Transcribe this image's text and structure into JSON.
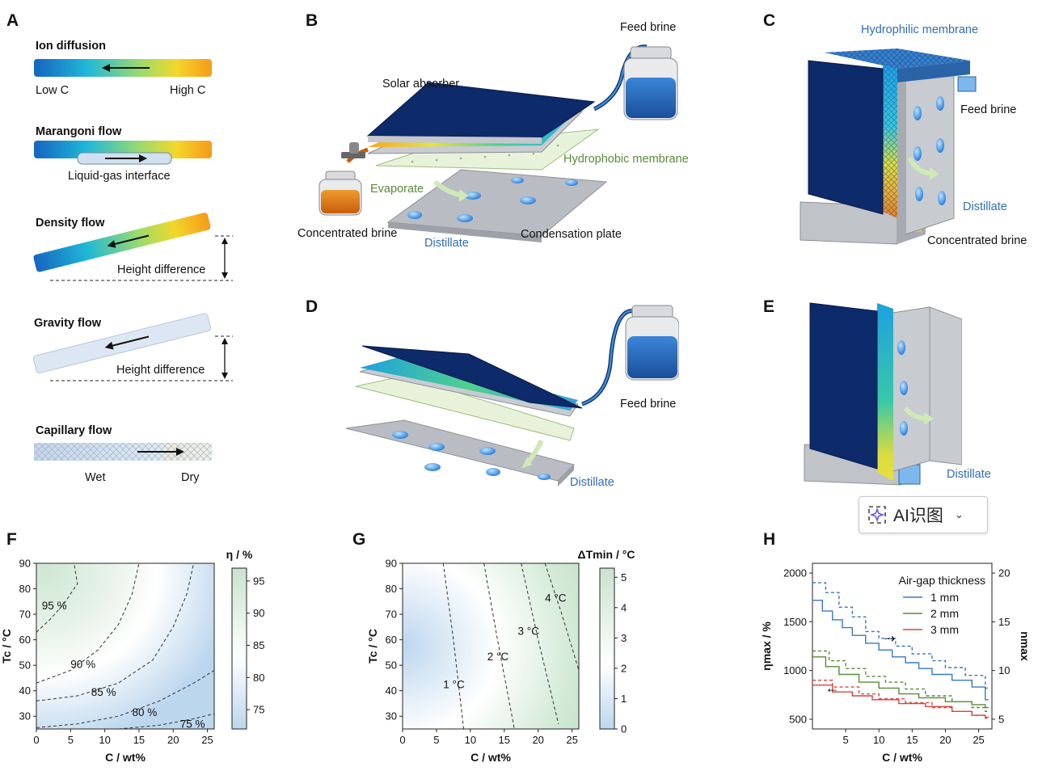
{
  "panels": {
    "A": "A",
    "B": "B",
    "C": "C",
    "D": "D",
    "E": "E",
    "F": "F",
    "G": "G",
    "H": "H"
  },
  "panelA": {
    "ion_title": "Ion diffusion",
    "low_c": "Low C",
    "high_c": "High C",
    "marangoni_title": "Marangoni flow",
    "interface": "Liquid-gas interface",
    "density_title": "Density flow",
    "height_diff_1": "Height difference",
    "gravity_title": "Gravity flow",
    "height_diff_2": "Height difference",
    "capillary_title": "Capillary flow",
    "wet": "Wet",
    "dry": "Dry"
  },
  "panelB": {
    "feed_brine": "Feed brine",
    "solar_absorber": "Solar absorber",
    "hydrophobic_membrane": "Hydrophobic membrane",
    "evaporate": "Evaporate",
    "concentrated_brine": "Concentrated brine",
    "distillate": "Distillate",
    "condensation_plate": "Condensation plate"
  },
  "panelC": {
    "hydrophilic_membrane": "Hydrophilic membrane",
    "feed_brine": "Feed brine",
    "distillate": "Distillate",
    "concentrated_brine": "Concentrated brine"
  },
  "panelD": {
    "feed_brine": "Feed brine",
    "distillate": "Distillate"
  },
  "panelE": {
    "distillate": "Distillate"
  },
  "ai_button": {
    "label": "AI识图",
    "icon": "sparkle-icon",
    "chevron": "chevron-down-icon"
  },
  "chart_data": [
    {
      "id": "F",
      "type": "heatmap",
      "xlabel": "C / wt%",
      "ylabel": "Tc / °C",
      "colorbar_label": "η / %",
      "xlim": [
        0,
        26
      ],
      "ylim": [
        25,
        90
      ],
      "xticks": [
        "0",
        "5",
        "10",
        "15",
        "20",
        "25"
      ],
      "yticks": [
        "30",
        "40",
        "50",
        "60",
        "70",
        "80",
        "90"
      ],
      "colorbar_ticks": [
        "75",
        "80",
        "85",
        "90",
        "95"
      ],
      "colorbar_range": [
        72,
        97
      ],
      "contours": [
        {
          "label": "95 %",
          "points": [
            [
              0,
              63
            ],
            [
              2,
              68
            ],
            [
              4,
              74
            ],
            [
              6,
              82
            ],
            [
              5.5,
              90
            ]
          ]
        },
        {
          "label": "90 %",
          "points": [
            [
              0,
              43
            ],
            [
              5,
              48
            ],
            [
              9,
              56
            ],
            [
              12,
              66
            ],
            [
              14,
              78
            ],
            [
              15,
              90
            ]
          ]
        },
        {
          "label": "85 %",
          "points": [
            [
              0,
              36
            ],
            [
              6,
              38
            ],
            [
              12,
              43
            ],
            [
              17,
              52
            ],
            [
              20,
              65
            ],
            [
              22,
              78
            ],
            [
              23,
              90
            ]
          ]
        },
        {
          "label": "80 %",
          "points": [
            [
              0,
              25.5
            ],
            [
              6,
              27
            ],
            [
              12,
              30
            ],
            [
              18,
              36
            ],
            [
              23,
              43
            ],
            [
              26,
              48
            ]
          ]
        },
        {
          "label": "75 %",
          "points": [
            [
              12,
              25
            ],
            [
              18,
              26.5
            ],
            [
              23,
              29
            ],
            [
              26,
              31
            ]
          ]
        }
      ]
    },
    {
      "id": "G",
      "type": "heatmap",
      "xlabel": "C / wt%",
      "ylabel": "Tc / °C",
      "colorbar_label": "ΔTmin / °C",
      "xlim": [
        0,
        26
      ],
      "ylim": [
        25,
        90
      ],
      "xticks": [
        "0",
        "5",
        "10",
        "15",
        "20",
        "25"
      ],
      "yticks": [
        "30",
        "40",
        "50",
        "60",
        "70",
        "80",
        "90"
      ],
      "colorbar_ticks": [
        "0",
        "1",
        "2",
        "3",
        "4",
        "5"
      ],
      "colorbar_range": [
        0,
        5.3
      ],
      "contours": [
        {
          "label": "1 °C",
          "points": [
            [
              6,
              90
            ],
            [
              7.5,
              60
            ],
            [
              9,
              25
            ]
          ]
        },
        {
          "label": "2 °C",
          "points": [
            [
              12,
              90
            ],
            [
              14,
              60
            ],
            [
              16.5,
              25
            ]
          ]
        },
        {
          "label": "3 °C",
          "points": [
            [
              17.5,
              90
            ],
            [
              20,
              60
            ],
            [
              23,
              27
            ]
          ]
        },
        {
          "label": "4 °C",
          "points": [
            [
              21,
              90
            ],
            [
              23.5,
              70
            ],
            [
              26,
              48
            ]
          ]
        }
      ]
    },
    {
      "id": "H",
      "type": "line",
      "xlabel": "C / wt%",
      "ylabel_left": "ηmax / %",
      "ylabel_right": "nmax",
      "xlim": [
        0,
        27
      ],
      "ylim_left": [
        400,
        2100
      ],
      "ylim_right": [
        4,
        21
      ],
      "xticks": [
        "5",
        "10",
        "15",
        "20",
        "25"
      ],
      "yticks_left": [
        "500",
        "1000",
        "1500",
        "2000"
      ],
      "yticks_right": [
        "5",
        "10",
        "15",
        "20"
      ],
      "legend_title": "Air-gap thickness",
      "legend_position": "top-right",
      "series": [
        {
          "name": "1 mm",
          "color": "#3a78c0",
          "axis": "left",
          "x": [
            0,
            1.5,
            3,
            4.5,
            6,
            8,
            10,
            12,
            14,
            16,
            18,
            21,
            24,
            26
          ],
          "values": [
            1720,
            1610,
            1520,
            1440,
            1360,
            1280,
            1210,
            1140,
            1080,
            1020,
            960,
            900,
            830,
            700
          ]
        },
        {
          "name": "1 mm",
          "color": "#3a78c0",
          "axis": "right",
          "dashed": true,
          "x": [
            0,
            2,
            4,
            6,
            8,
            10,
            12.5,
            15,
            18,
            20,
            23,
            26
          ],
          "values": [
            19,
            18,
            16.5,
            15.5,
            14,
            13.3,
            12.5,
            11.7,
            11,
            10.3,
            9.5,
            8.2
          ]
        },
        {
          "name": "2 mm",
          "color": "#5a8a3a",
          "axis": "left",
          "x": [
            0,
            2,
            4,
            7,
            10,
            13,
            16,
            20,
            24,
            26
          ],
          "values": [
            1140,
            1040,
            960,
            880,
            820,
            760,
            720,
            680,
            650,
            620
          ]
        },
        {
          "name": "2 mm",
          "color": "#5a8a3a",
          "axis": "right",
          "dashed": true,
          "x": [
            0,
            2.5,
            5,
            8,
            11,
            14,
            17,
            21,
            24,
            26
          ],
          "values": [
            12,
            11,
            10.2,
            9.4,
            8.8,
            8.1,
            7.4,
            6.8,
            6.2,
            5.8
          ]
        },
        {
          "name": "3 mm",
          "color": "#d64545",
          "axis": "left",
          "x": [
            0,
            3,
            6,
            9,
            13,
            17,
            21,
            24,
            26
          ],
          "values": [
            850,
            780,
            740,
            700,
            660,
            630,
            580,
            540,
            520
          ]
        },
        {
          "name": "3 mm",
          "color": "#d64545",
          "axis": "right",
          "dashed": true,
          "x": [
            0,
            3,
            7,
            10,
            14,
            18,
            21,
            24,
            26
          ],
          "values": [
            9,
            8.3,
            7.6,
            7.1,
            6.7,
            6.2,
            5.8,
            5.4,
            5.1
          ]
        }
      ],
      "arrow_labels": {
        "left": "←",
        "right": "⇢"
      }
    }
  ]
}
